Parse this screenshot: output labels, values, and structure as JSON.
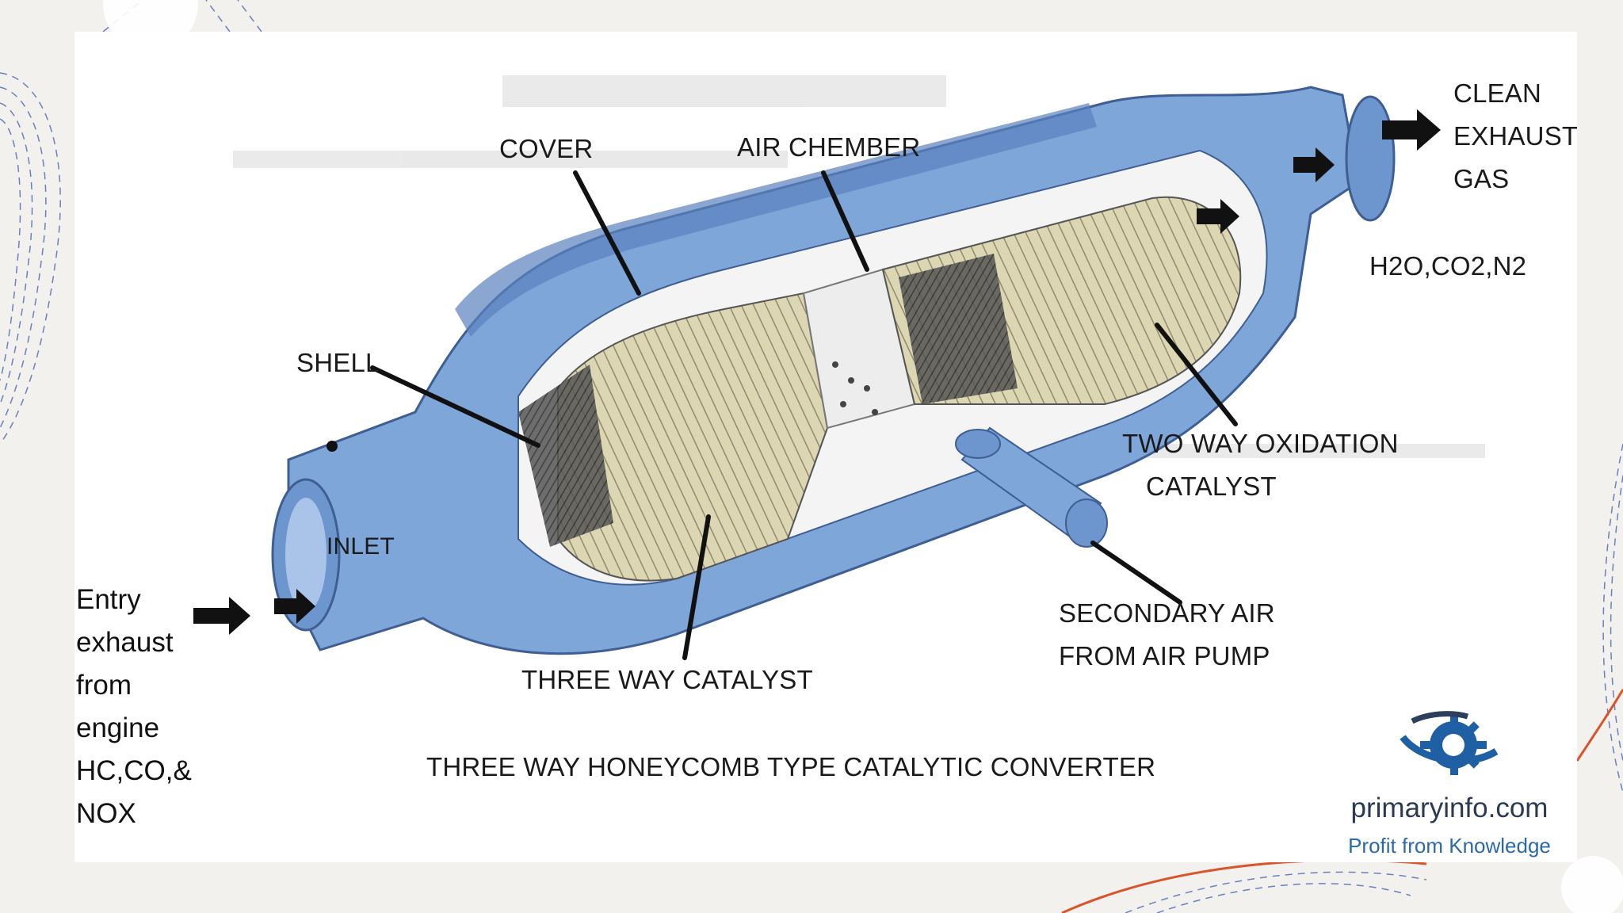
{
  "labels": {
    "cover": "COVER",
    "air_chamber": "AIR CHEMBER",
    "clean_1": "CLEAN",
    "clean_2": "EXHAUST",
    "clean_3": "GAS",
    "outputs": "H2O,CO2,N2",
    "shell": "SHELL",
    "two_way_1": "TWO WAY OXIDATION",
    "two_way_2": "CATALYST",
    "inlet": "INLET",
    "secondary_1": "SECONDARY AIR",
    "secondary_2": "FROM AIR PUMP",
    "three_way": "THREE WAY CATALYST",
    "title": "THREE WAY HONEYCOMB TYPE CATALYTIC CONVERTER",
    "entry": [
      "Entry",
      "exhaust",
      "from",
      "engine",
      "HC,CO,&",
      "NOX"
    ]
  },
  "logo": {
    "brand": "primaryinfo.com",
    "tagline": "Profit from Knowledge"
  },
  "colors": {
    "body_blue": "#7fa6d9",
    "blue_dark": "#5a82bd",
    "catalyst": "#ddd6b3",
    "ink": "#111111"
  },
  "icons": [
    "flow-arrow-icon",
    "gear-logo-icon"
  ]
}
